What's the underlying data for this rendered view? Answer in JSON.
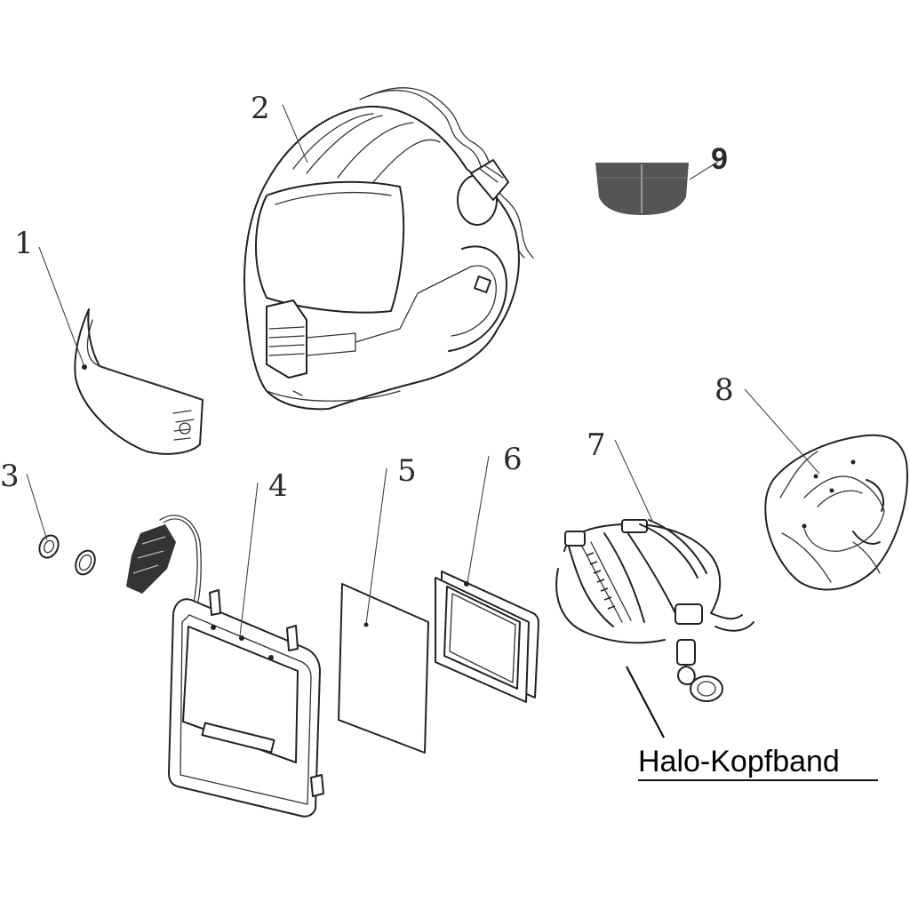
{
  "parts": [
    {
      "id": "part-1",
      "label": "1"
    },
    {
      "id": "part-2",
      "label": "2"
    },
    {
      "id": "part-3",
      "label": "3"
    },
    {
      "id": "part-4",
      "label": "4"
    },
    {
      "id": "part-5",
      "label": "5"
    },
    {
      "id": "part-6",
      "label": "6"
    },
    {
      "id": "part-7",
      "label": "7"
    },
    {
      "id": "part-8",
      "label": "8"
    },
    {
      "id": "part-9",
      "label": "9"
    }
  ],
  "caption": {
    "text": "Halo-Kopfband"
  },
  "colors": {
    "line": "#222222",
    "background": "#ffffff",
    "filter_dark": "#555555"
  }
}
